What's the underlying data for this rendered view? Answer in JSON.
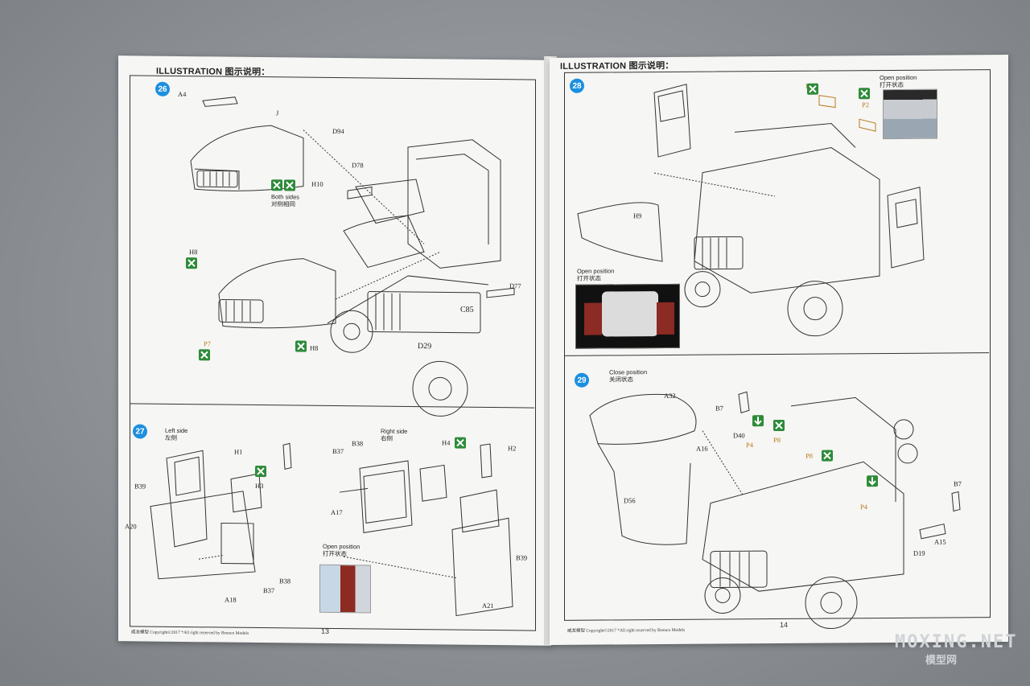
{
  "left_page": {
    "header": "ILLUSTRATION 图示说明：",
    "page_number": "13",
    "footer": "威龙模型  Copyright©2017  *All right reserved by Bronco Models",
    "step26": {
      "number": "26",
      "parts": [
        "A4",
        "J",
        "D94",
        "H10",
        "D78",
        "H8",
        "P7",
        "C85",
        "D29",
        "H8",
        "D77"
      ],
      "both_sides": "Both sides",
      "both_sides_cn": "对侧相同"
    },
    "step27": {
      "number": "27",
      "left_side": "Left side",
      "left_side_cn": "左侧",
      "right_side": "Right  side",
      "right_side_cn": "右侧",
      "parts_left": [
        "H1",
        "H3",
        "B39",
        "A20",
        "A18",
        "B37",
        "B38"
      ],
      "parts_right": [
        "B37",
        "B38",
        "H4",
        "H2",
        "A17",
        "B39",
        "A21"
      ],
      "open_position": "Open position",
      "open_position_cn": "打开状态"
    }
  },
  "right_page": {
    "header": "ILLUSTRATION 图示说明：",
    "page_number": "14",
    "footer": "威龙模型  Copyright©2017  *All right reserved by Bronco Models",
    "step28": {
      "number": "28",
      "parts": [
        "P2",
        "P2",
        "H9"
      ],
      "open_position_top": "Open position",
      "open_position_top_cn": "打开状态",
      "open_position_bottom": "Open position",
      "open_position_bottom_cn": "打开状态"
    },
    "step29": {
      "number": "29",
      "close_position": "Close position",
      "close_position_cn": "关闭状态",
      "parts": [
        "A32",
        "B7",
        "D40",
        "P4",
        "P8",
        "A16",
        "P8",
        "D56",
        "P4",
        "B7",
        "A15",
        "D19"
      ]
    }
  },
  "watermark": {
    "line1": "MOXING.NET",
    "line2": "模型网"
  }
}
